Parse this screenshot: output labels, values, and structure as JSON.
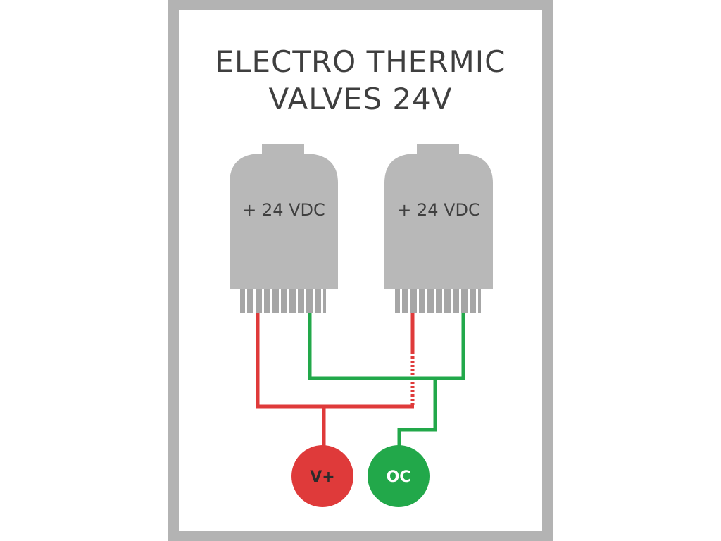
{
  "title": {
    "line1": "ELECTRO THERMIC",
    "line2": "VALVES 24V"
  },
  "valves": [
    {
      "label": "+ 24 VDC"
    },
    {
      "label": "+ 24 VDC"
    }
  ],
  "terminals": {
    "positive": {
      "label": "V+",
      "color": "#df3a3a"
    },
    "output": {
      "label": "OC",
      "color": "#22a84a"
    }
  },
  "colors": {
    "frame": "#b3b3b3",
    "panel": "#ffffff",
    "valve_body": "#b8b8b8",
    "valve_fins": "#a6a6a6",
    "text_dark": "#3f3f3f",
    "wire_red": "#df3a3a",
    "wire_green": "#22a84a"
  }
}
